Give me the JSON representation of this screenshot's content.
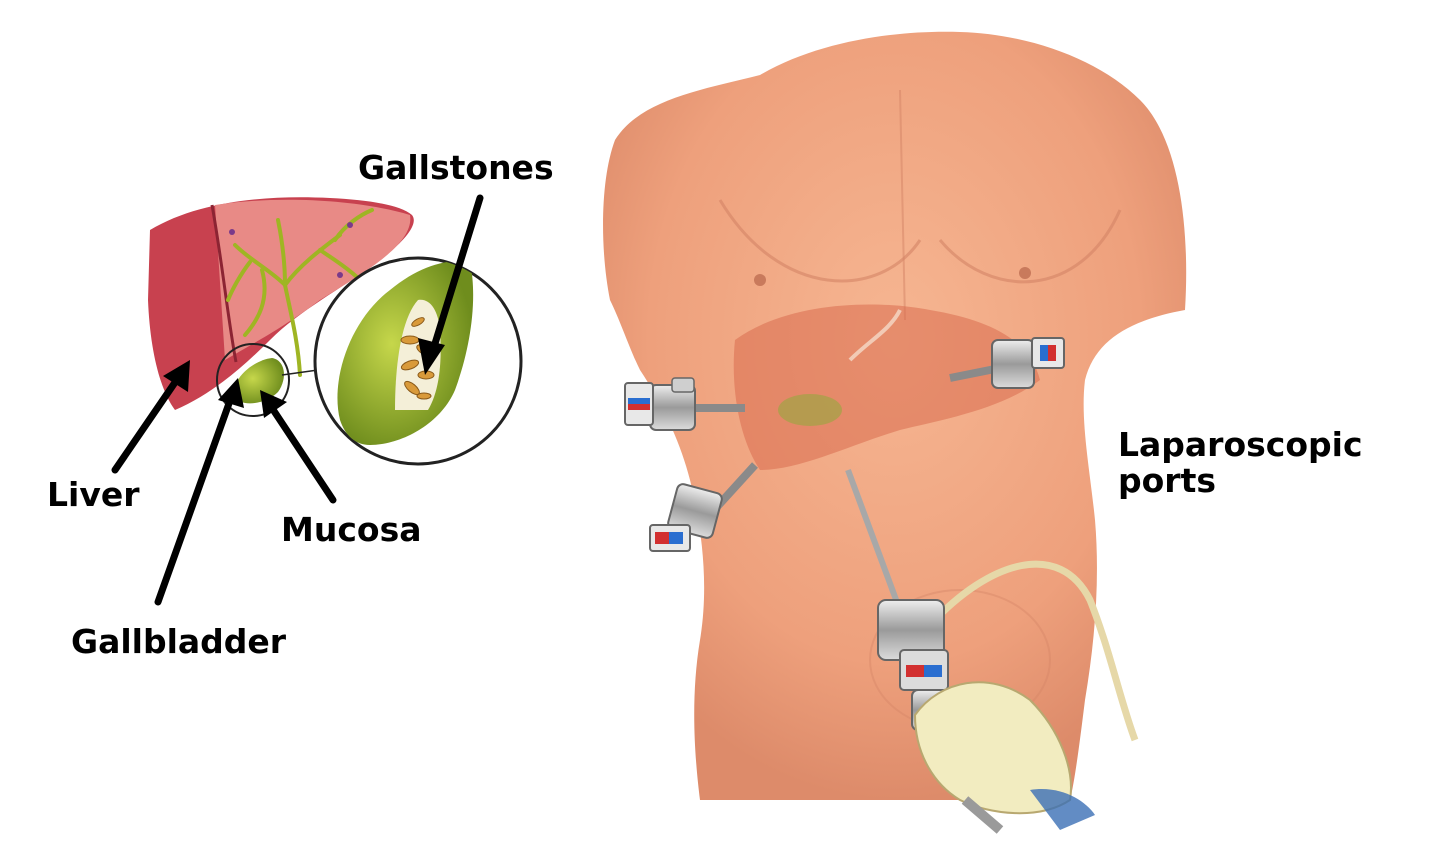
{
  "labels": {
    "gallstones": "Gallstones",
    "liver": "Liver",
    "mucosa": "Mucosa",
    "gallbladder": "Gallbladder",
    "ports_line1": "Laparoscopic",
    "ports_line2": "ports"
  },
  "colors": {
    "liver": "#c8414f",
    "liver_highlight": "#e87f82",
    "bile_duct": "#9fb523",
    "gallbladder": "#8eaa2a",
    "stones": "#d99a3a",
    "skin": "#f0a27e",
    "skin_shadow": "#d9876a",
    "instrument": "#b8b8b8",
    "glove": "#f2ecc0"
  }
}
